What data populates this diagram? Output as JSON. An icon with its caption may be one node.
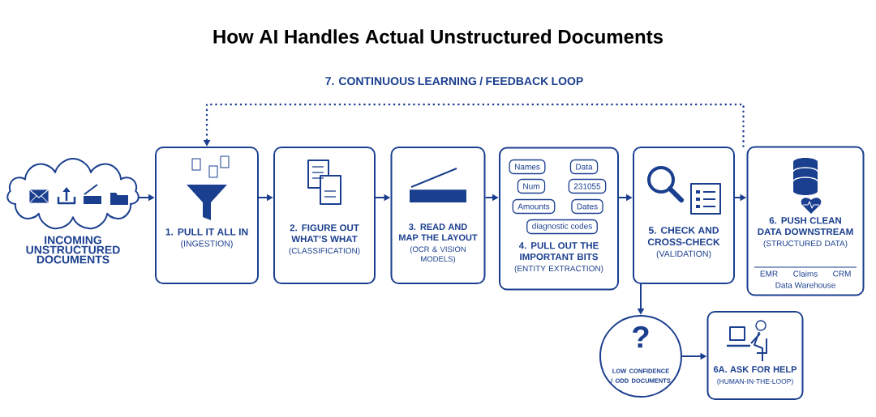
{
  "diagram": {
    "title": "How AI Handles Actual Unstructured Documents",
    "nodes": [
      {
        "text": [
          "INCOMING UNSTRUCTURED DOCUMENTS"
        ]
      },
      {
        "text": [
          "1. PULL IT ALL IN",
          "(INGESTION)"
        ]
      },
      {
        "text": [
          "2. FIGURE OUT WHAT’S WHAT",
          "(CLASSIFICATION)"
        ]
      },
      {
        "text": [
          "3. READ AND MAP THE LAYOUT",
          "(OCR & VISION MODELS)"
        ]
      },
      {
        "text": [
          "4. PULL OUT THE IMPORTANT BITS",
          "(ENTITY EXTRACTION)"
        ]
      },
      {
        "text": [
          "Names"
        ],
        "in": 4
      },
      {
        "text": [
          "Data"
        ],
        "in": 4
      },
      {
        "text": [
          "Num"
        ],
        "in": 4
      },
      {
        "text": [
          "231055"
        ],
        "in": 4
      },
      {
        "text": [
          "Amounts"
        ],
        "in": 4
      },
      {
        "text": [
          "Dates"
        ],
        "in": 4
      },
      {
        "text": [
          "diagnostic codes"
        ],
        "in": 4
      },
      {
        "text": [
          "5. CHECK AND CROSS-CHECK",
          "(VALIDATION)"
        ]
      },
      {
        "text": [
          "6. PUSH CLEAN DATA DOWNSTREAM",
          "(STRUCTURED DATA)",
          "EMR",
          "Claims",
          "CRM",
          "Data Warehouse"
        ]
      },
      {
        "text": [
          "?",
          "LOW CONFIDENCE / ODD DOCUMENTS"
        ]
      },
      {
        "text": [
          "6A. ASK FOR HELP",
          "(HUMAN-IN-THE-LOOP)"
        ]
      }
    ],
    "edges": [
      {
        "from": 0,
        "to": 1,
        "arrow": "to"
      },
      {
        "from": 1,
        "to": 2,
        "arrow": "to"
      },
      {
        "from": 2,
        "to": 3,
        "arrow": "to"
      },
      {
        "from": 3,
        "to": 4,
        "arrow": "to"
      },
      {
        "from": 4,
        "to": 12,
        "arrow": "to"
      },
      {
        "from": 12,
        "to": 13,
        "arrow": "to"
      },
      {
        "from": 12,
        "to": 14,
        "arrow": "to"
      },
      {
        "from": 14,
        "to": 15,
        "arrow": "to"
      },
      {
        "from": 13,
        "to": 1,
        "arrow": "to",
        "style": "dashed",
        "label": "7. CONTINUOUS LEARNING / FEEDBACK LOOP"
      }
    ]
  }
}
